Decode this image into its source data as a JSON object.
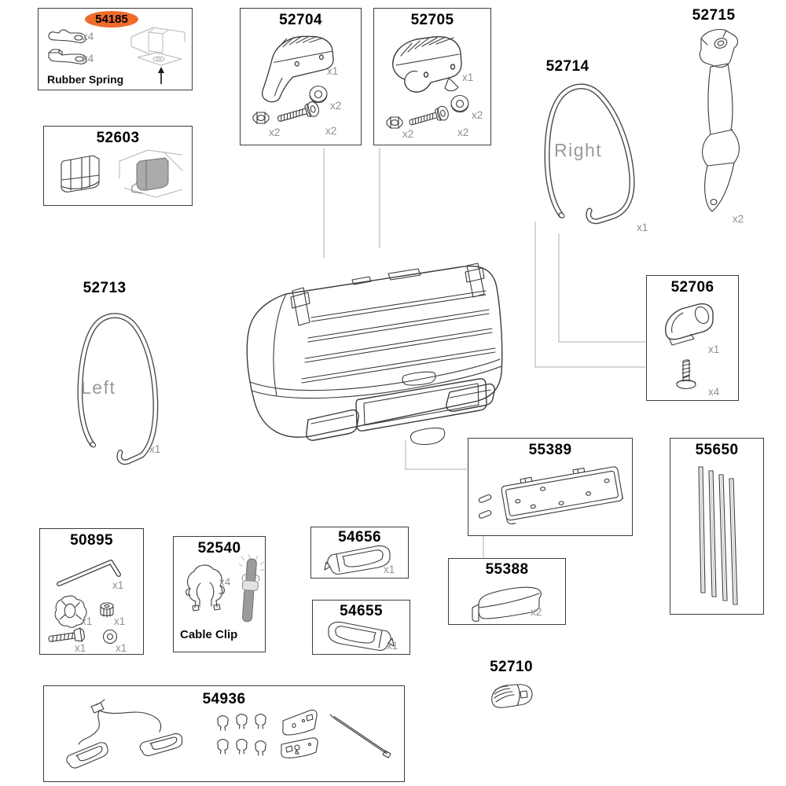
{
  "colors": {
    "highlight": "#ed6b2c",
    "line": "#3b3b3b",
    "muted_label": "#8f8f8f",
    "connector": "#c9c9c9"
  },
  "parts": {
    "p54185": {
      "number": "54185",
      "caption": "Rubber Spring",
      "qty_spring_a": "x4",
      "qty_spring_b": "x4",
      "highlighted": true
    },
    "p52603": {
      "number": "52603"
    },
    "p52704": {
      "number": "52704",
      "qty_housing": "x1",
      "qty_washer": "x2",
      "qty_bolt": "x2",
      "qty_nut": "x2"
    },
    "p52705": {
      "number": "52705",
      "qty_cover": "x1",
      "qty_washer": "x2",
      "qty_bolt": "x2",
      "qty_nut": "x2"
    },
    "p52714": {
      "number": "52714",
      "label": "Right",
      "qty_frame": "x1"
    },
    "p52715": {
      "number": "52715",
      "qty_strap": "x2"
    },
    "p52713": {
      "number": "52713",
      "label": "Left",
      "qty_frame": "x1"
    },
    "p52706": {
      "number": "52706",
      "qty_bracket": "x1",
      "qty_screw": "x4"
    },
    "p55389": {
      "number": "55389"
    },
    "p55650": {
      "number": "55650"
    },
    "p50895": {
      "number": "50895",
      "qty_hex_key": "x1",
      "qty_knob": "x1",
      "qty_spacer": "x1",
      "qty_bolt": "x1",
      "qty_washer": "x1"
    },
    "p52540": {
      "number": "52540",
      "caption": "Cable Clip",
      "qty_clip": "x4"
    },
    "p54656": {
      "number": "54656",
      "qty_housing": "x1"
    },
    "p54655": {
      "number": "54655",
      "qty_housing": "x1"
    },
    "p55388": {
      "number": "55388",
      "qty_pad": "x2"
    },
    "p52710": {
      "number": "52710"
    },
    "p54936": {
      "number": "54936"
    }
  }
}
